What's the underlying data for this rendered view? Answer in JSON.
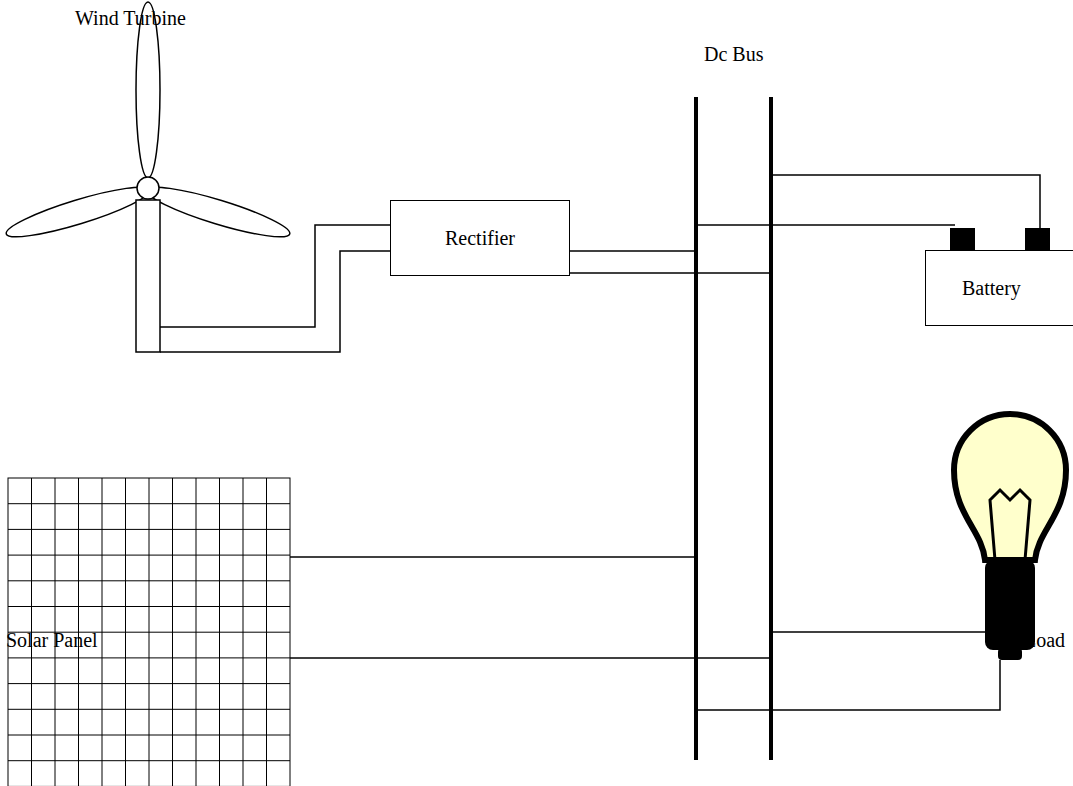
{
  "diagram": {
    "nodes": [
      {
        "text": [
          "Rectifier"
        ]
      },
      {
        "text": [
          "Battery"
        ]
      }
    ],
    "labels": [
      "Wind Turbine",
      "Dc Bus",
      "Solar Panel",
      "Load"
    ]
  }
}
